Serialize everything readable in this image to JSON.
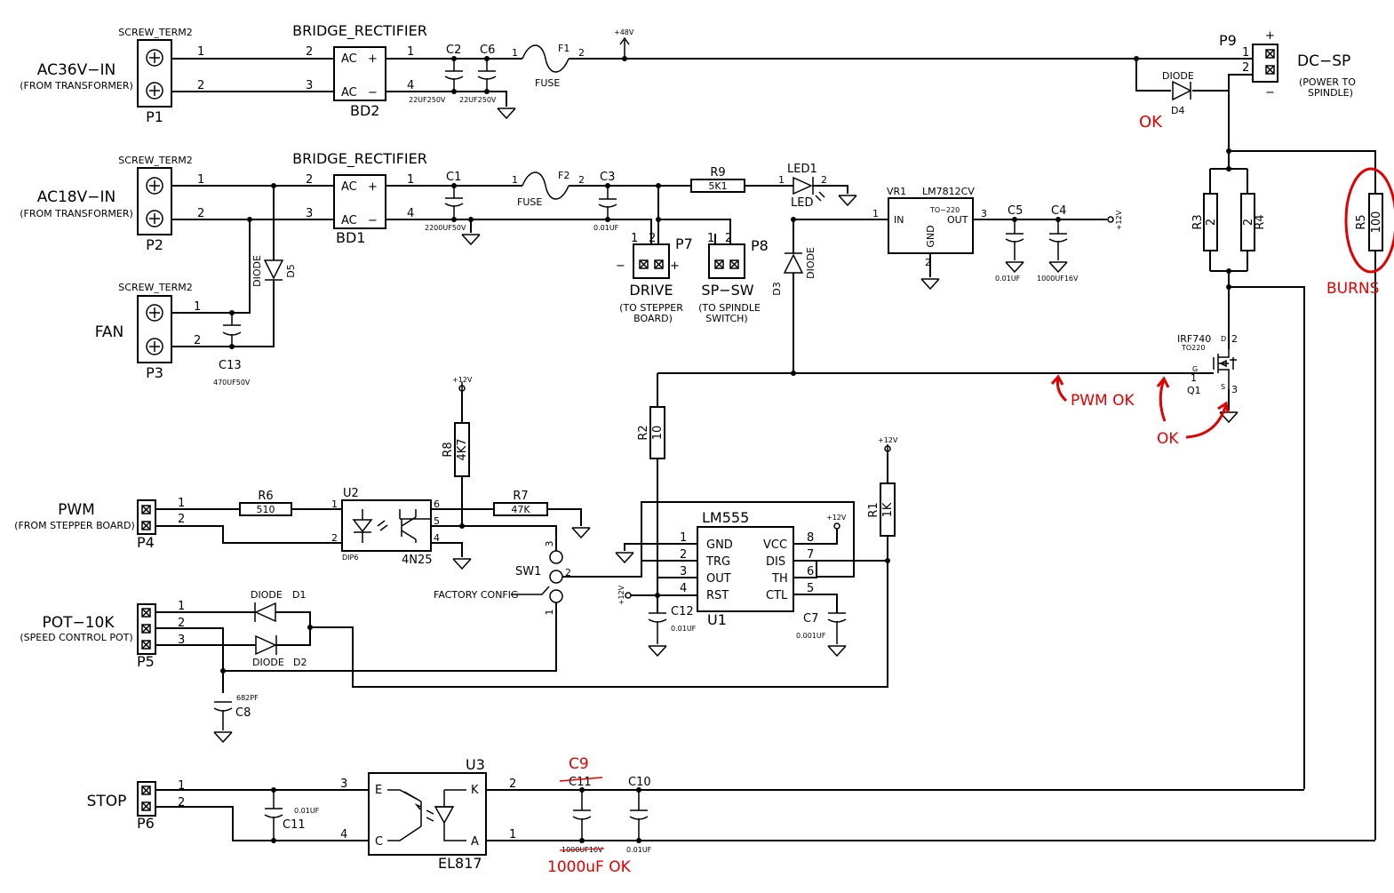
{
  "connectors": {
    "p1": {
      "type": "SCREW_TERM2",
      "label": "AC36V−IN",
      "sub": "(FROM TRANSFORMER)",
      "ref": "P1",
      "pin1": "1",
      "pin2": "2"
    },
    "p2": {
      "type": "SCREW_TERM2",
      "label": "AC18V−IN",
      "sub": "(FROM TRANSFORMER)",
      "ref": "P2",
      "pin1": "1",
      "pin2": "2"
    },
    "p3": {
      "type": "SCREW_TERM2",
      "label": "FAN",
      "ref": "P3",
      "pin1": "1",
      "pin2": "2"
    },
    "p4": {
      "label": "PWM",
      "sub": "(FROM STEPPER BOARD)",
      "ref": "P4",
      "pin1": "1",
      "pin2": "2"
    },
    "p5": {
      "label": "POT−10K",
      "sub": "(SPEED CONTROL POT)",
      "ref": "P5",
      "pin1": "1",
      "pin2": "2",
      "pin3": "3"
    },
    "p6": {
      "label": "STOP",
      "ref": "P6",
      "pin1": "1",
      "pin2": "2"
    },
    "p7": {
      "ref": "P7",
      "label": "DRIVE",
      "sub1": "(TO STEPPER",
      "sub2": "BOARD)",
      "pin1": "1",
      "pin2": "2",
      "minus": "−",
      "plus": "+"
    },
    "p8": {
      "ref": "P8",
      "label": "SP−SW",
      "sub1": "(TO SPINDLE",
      "sub2": "SWITCH)",
      "pin1": "1",
      "pin2": "2"
    },
    "p9": {
      "ref": "P9",
      "label": "DC−SP",
      "sub1": "(POWER TO",
      "sub2": "SPINDLE)",
      "pin1": "1",
      "pin2": "2",
      "plus": "+",
      "minus": "−"
    }
  },
  "bridges": {
    "bd2": {
      "type": "BRIDGE_RECTIFIER",
      "ref": "BD2",
      "ac": "AC",
      "plus": "+",
      "minus": "−",
      "pinA": "2",
      "pinB": "3",
      "pinP": "1",
      "pinN": "4"
    },
    "bd1": {
      "type": "BRIDGE_RECTIFIER",
      "ref": "BD1",
      "ac": "AC",
      "plus": "+",
      "minus": "−",
      "pinA": "2",
      "pinB": "3",
      "pinP": "1",
      "pinN": "4"
    }
  },
  "caps": {
    "c2": {
      "ref": "C2",
      "value": "22UF250V"
    },
    "c6": {
      "ref": "C6",
      "value": "22UF250V"
    },
    "c1": {
      "ref": "C1",
      "value": "2200UF50V"
    },
    "c3": {
      "ref": "C3",
      "value": "0.01UF"
    },
    "c5": {
      "ref": "C5",
      "value": "0.01UF"
    },
    "c4": {
      "ref": "C4",
      "value": "1000UF16V"
    },
    "c13": {
      "ref": "C13",
      "value": "470UF50V"
    },
    "c12": {
      "ref": "C12",
      "value": "0.01UF"
    },
    "c7": {
      "ref": "C7",
      "value": "0.001UF"
    },
    "c8": {
      "ref": "C8",
      "value": "682PF"
    },
    "c11": {
      "ref": "C11",
      "value": "0.01UF"
    },
    "c9": {
      "ref": "C11",
      "value": "1000UF16V"
    },
    "c10": {
      "ref": "C10",
      "value": "0.01UF"
    }
  },
  "fuses": {
    "f1": {
      "ref": "F1",
      "label": "FUSE",
      "pin1": "1",
      "pin2": "2"
    },
    "f2": {
      "ref": "F2",
      "label": "FUSE",
      "pin1": "1",
      "pin2": "2"
    }
  },
  "rails": {
    "v48": "+48V",
    "v12": "+12V"
  },
  "resistors": {
    "r9": {
      "ref": "R9",
      "value": "5K1"
    },
    "r3": {
      "ref": "R3",
      "value": "2"
    },
    "r4": {
      "ref": "R4",
      "value": "2"
    },
    "r5": {
      "ref": "R5",
      "value": "100"
    },
    "r8": {
      "ref": "R8",
      "value": "4K7"
    },
    "r2": {
      "ref": "R2",
      "value": "10"
    },
    "r1": {
      "ref": "R1",
      "value": "1K"
    },
    "r6": {
      "ref": "R6",
      "value": "510"
    },
    "r7": {
      "ref": "R7",
      "value": "47K"
    }
  },
  "diodes": {
    "led1": {
      "ref": "LED1",
      "value": "LED",
      "pin1": "1",
      "pin2": "2"
    },
    "d4": {
      "ref": "D4",
      "value": "DIODE"
    },
    "d5": {
      "ref": "D5",
      "value": "DIODE"
    },
    "d3": {
      "ref": "D3",
      "value": "DIODE"
    },
    "d1": {
      "ref": "D1",
      "value": "DIODE"
    },
    "d2": {
      "ref": "D2",
      "value": "DIODE"
    }
  },
  "regulator": {
    "ref": "VR1",
    "type": "LM7812CV",
    "pkg": "TO−220",
    "in": "IN",
    "out": "OUT",
    "gnd": "GND",
    "pin1": "1",
    "pin2": "2",
    "pin3": "3"
  },
  "mosfet": {
    "type": "IRF740",
    "pkg": "TO220",
    "ref": "Q1",
    "d": "D",
    "g": "G",
    "s": "S",
    "pin1": "1",
    "pin2": "2",
    "pin3": "3"
  },
  "u2": {
    "ref": "U2",
    "type": "4N25",
    "pkg": "DIP6",
    "pin1": "1",
    "pin2": "2",
    "pin4": "4",
    "pin5": "5",
    "pin6": "6"
  },
  "sw1": {
    "ref": "SW1",
    "label": "FACTORY CONFIG",
    "pin1": "1",
    "pin2": "2",
    "pin3": "3"
  },
  "u1": {
    "type": "LM555",
    "ref": "U1",
    "left": [
      {
        "n": "1",
        "s": "GND"
      },
      {
        "n": "2",
        "s": "TRG"
      },
      {
        "n": "3",
        "s": "OUT"
      },
      {
        "n": "4",
        "s": "RST"
      }
    ],
    "right": [
      {
        "n": "8",
        "s": "VCC"
      },
      {
        "n": "7",
        "s": "DIS"
      },
      {
        "n": "6",
        "s": "TH"
      },
      {
        "n": "5",
        "s": "CTL"
      }
    ]
  },
  "u3": {
    "ref": "U3",
    "type": "EL817",
    "e": "E",
    "c": "C",
    "k": "K",
    "a": "A",
    "pin1": "1",
    "pin2": "2",
    "pin3": "3",
    "pin4": "4"
  },
  "annotations": {
    "ok_d4": "OK",
    "burns": "BURNS",
    "pwm_ok": "PWM OK",
    "ok_q1": "OK",
    "c9": "C9",
    "c9_ok": "1000uF OK"
  },
  "colors": {
    "wire": "#000000",
    "annotation": "#e00000"
  }
}
